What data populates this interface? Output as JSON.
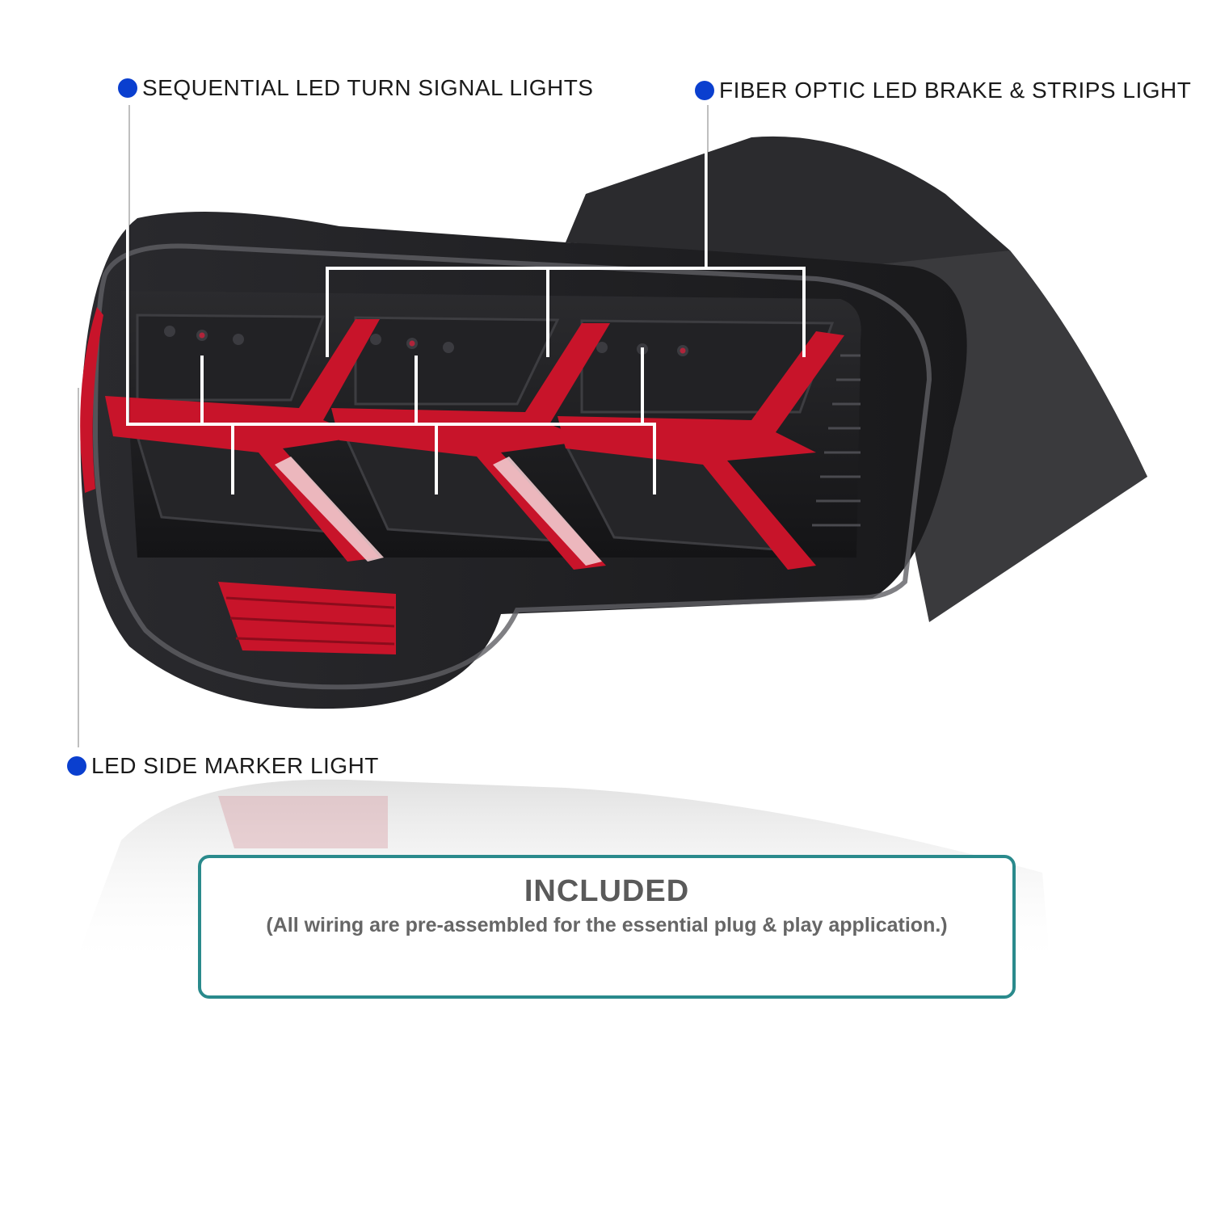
{
  "colors": {
    "dot": "#0a3fcf",
    "box_border": "#2a8a8c",
    "housing": "#1e1e21",
    "led_red": "#c8142a",
    "leader_line": "#ffffff"
  },
  "callouts": {
    "turn_signal": {
      "label": "SEQUENTIAL LED TURN SIGNAL LIGHTS"
    },
    "brake_strips": {
      "label": "FIBER OPTIC LED BRAKE & STRIPS LIGHT"
    },
    "side_marker": {
      "label": "LED SIDE MARKER LIGHT"
    }
  },
  "included_box": {
    "title": "INCLUDED",
    "subtitle": "(All wiring are pre-assembled for the essential plug & play application.)"
  },
  "product_image": {
    "icon": "tail-light-assembly"
  }
}
